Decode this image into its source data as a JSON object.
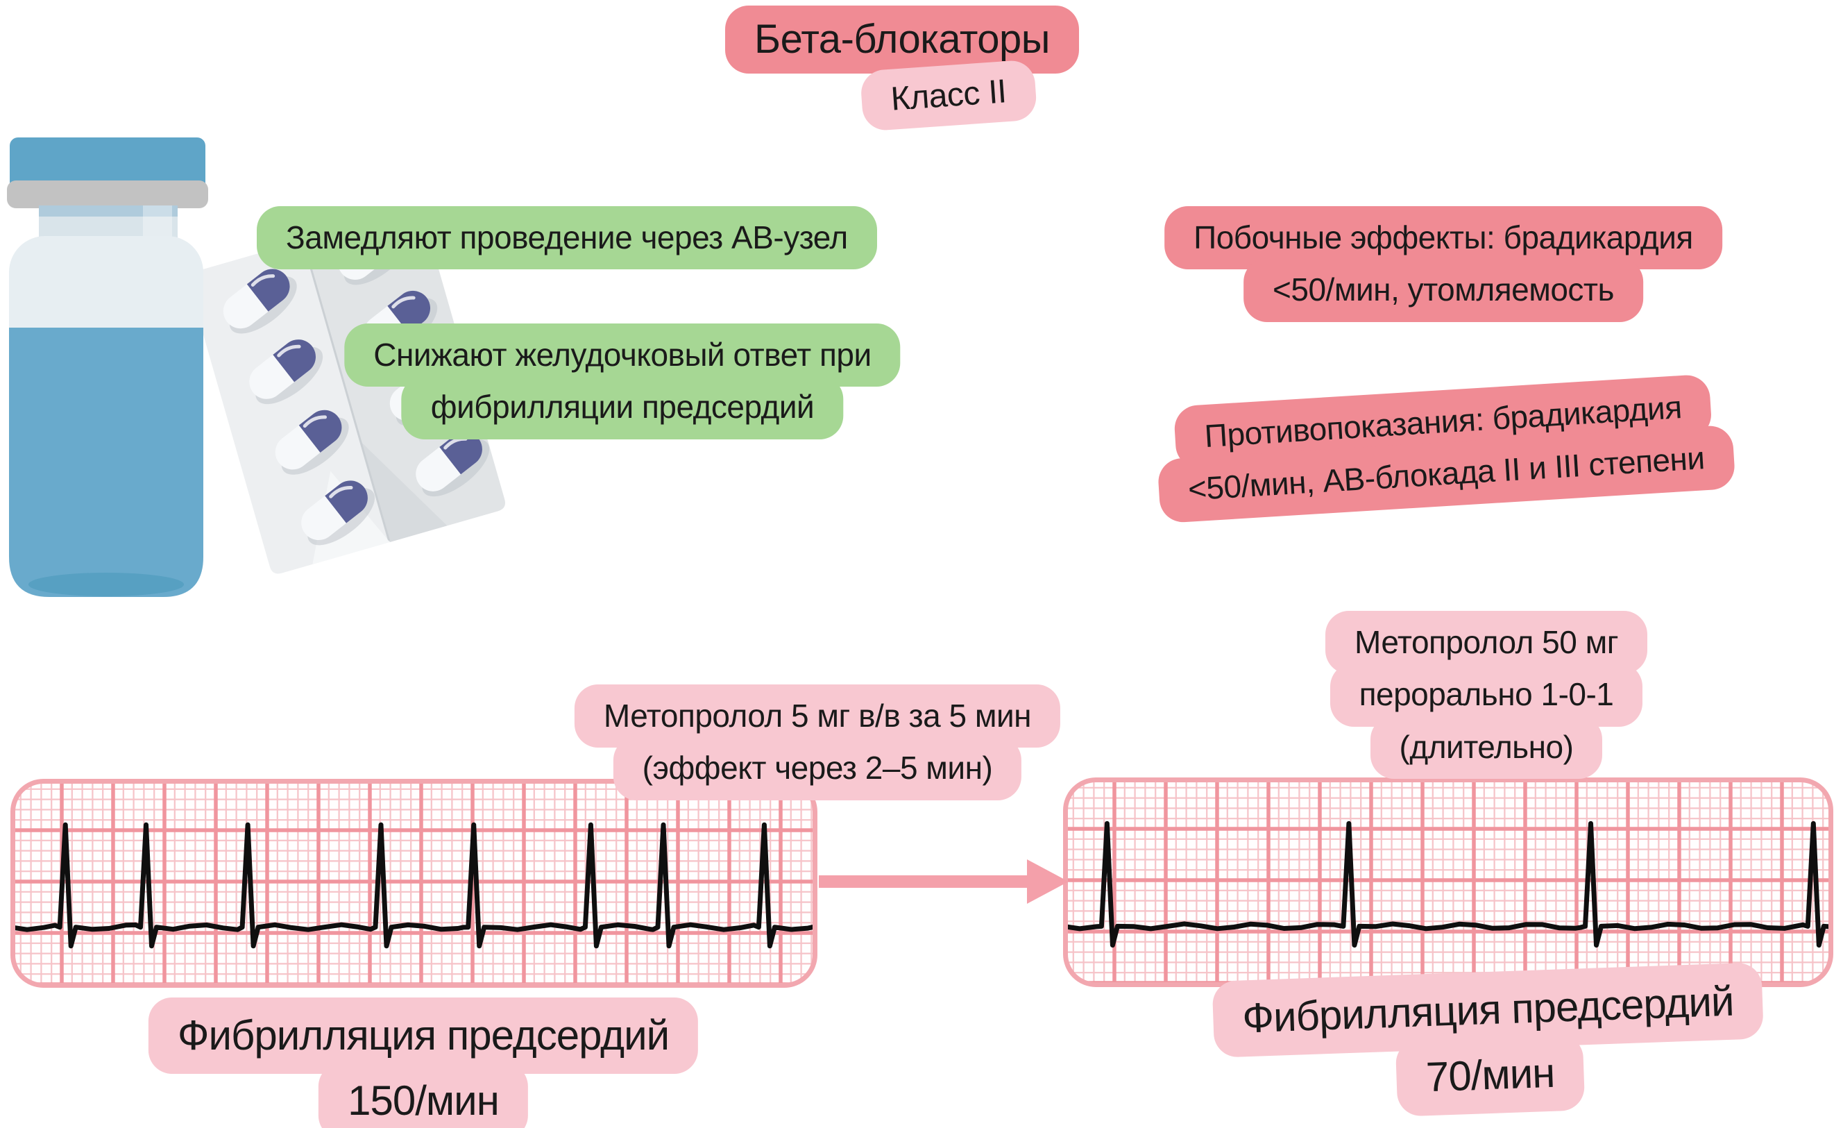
{
  "colors": {
    "text": "#1a1a1a",
    "badge-red": "#F08B94",
    "badge-pink": "#F8C8D1",
    "badge-green": "#A6D794",
    "arrow-pink": "#F4A0AA",
    "grid-minor": "#F6C3C8",
    "grid-major": "#F0959E",
    "strip-border": "#F2A7AF",
    "strip-bg": "#FFFEFE",
    "trace": "#0F0F0F",
    "vial-cap": "#5FA5C8",
    "vial-collar": "#C2C2C2",
    "vial-neck": "#AFCBDC",
    "vial-neck-light": "#D9E4EA",
    "vial-glass": "#E7EEF2",
    "vial-liquid": "#69AACC",
    "vial-liquid-dark": "#57A0C2",
    "blister-light": "#EDEFF1",
    "blister-dark": "#E1E4E6",
    "blister-crease": "#CBD0D4",
    "pill-white": "#F6F8FA",
    "pill-blue": "#5A6096",
    "pill-shadow": "#BFC5CA"
  },
  "header": {
    "title": "Бета-блокаторы",
    "subtitle": "Класс II"
  },
  "mechanism": {
    "point1": "Замедляют проведение через АВ-узел",
    "point2_line1": "Снижают желудочковый ответ при",
    "point2_line2": "фибрилляции предсердий"
  },
  "warnings": {
    "side_effects_line1": "Побочные эффекты: брадикардия",
    "side_effects_line2": "<50/мин, утомляемость",
    "contra_line1": "Противопоказания: брадикардия",
    "contra_line2": "<50/мин, АВ-блокада II и III степени"
  },
  "treatment": {
    "iv_line1": "Метопролол 5 мг в/в за 5 мин",
    "iv_line2": "(эффект через 2–5 мин)",
    "oral_line1": "Метопролол 50 мг",
    "oral_line2": "перорально 1-0-1",
    "oral_line3": "(длительно)"
  },
  "ecg": {
    "before": {
      "label_line1": "Фибрилляция предсердий",
      "label_line2": "150/мин",
      "heart_rate": 150,
      "beats_x": [
        0.069,
        0.169,
        0.295,
        0.46,
        0.575,
        0.72,
        0.81,
        0.935
      ],
      "baseline": 0.71,
      "peak": 0.22,
      "trough": 0.8
    },
    "after": {
      "label_line1": "Фибрилляция предсердий",
      "label_line2": "70/мин",
      "heart_rate": 70,
      "beats_x": [
        0.058,
        0.372,
        0.686,
        0.975
      ],
      "baseline": 0.71,
      "peak": 0.22,
      "trough": 0.8
    }
  }
}
